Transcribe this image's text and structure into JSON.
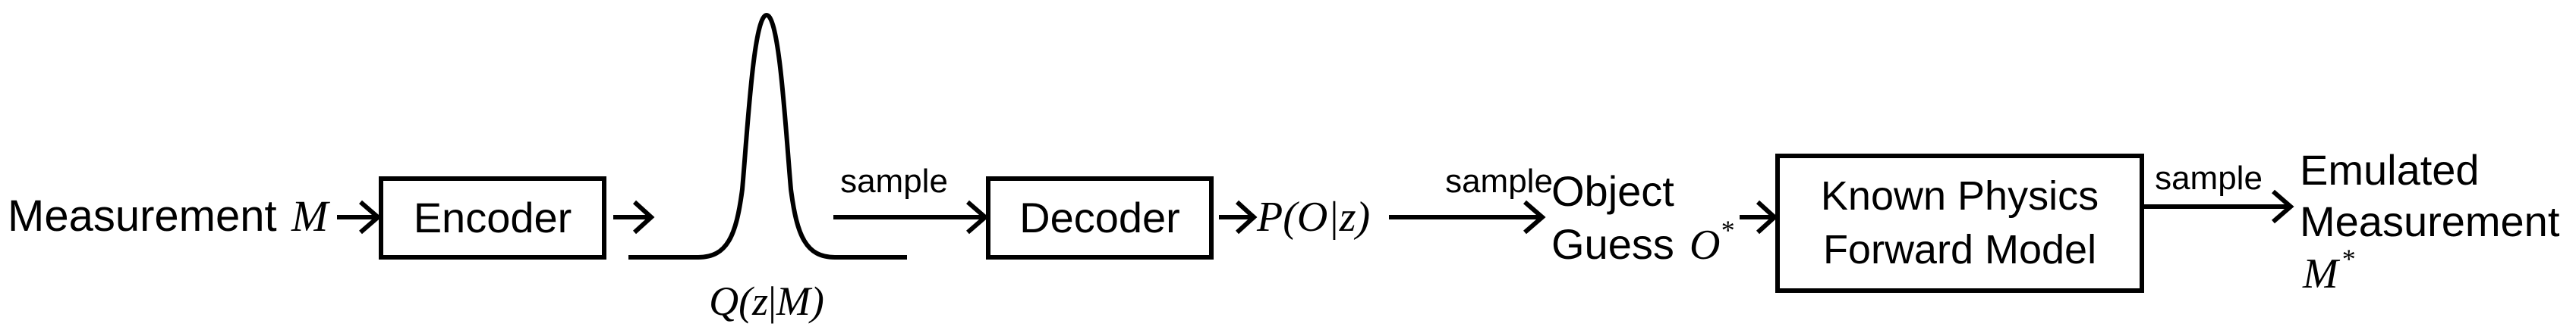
{
  "input": {
    "label": "Measurement",
    "symbol": "M"
  },
  "encoder": {
    "label": "Encoder"
  },
  "latent": {
    "prefix": "Q(z",
    "bar": "|",
    "suffix": "M)"
  },
  "decoder": {
    "label": "Decoder"
  },
  "decoder_output": {
    "text": "P(O|z)"
  },
  "object_guess": {
    "line1": "Object",
    "line2": "Guess",
    "symbol": "O",
    "superscript": "*"
  },
  "physics": {
    "line1": "Known Physics",
    "line2": "Forward Model"
  },
  "output": {
    "line1": "Emulated",
    "line2": "Measurement",
    "symbol": "M",
    "superscript": "*"
  },
  "edge_labels": {
    "sample_1": "sample",
    "sample_2": "sample",
    "sample_3": "sample"
  }
}
